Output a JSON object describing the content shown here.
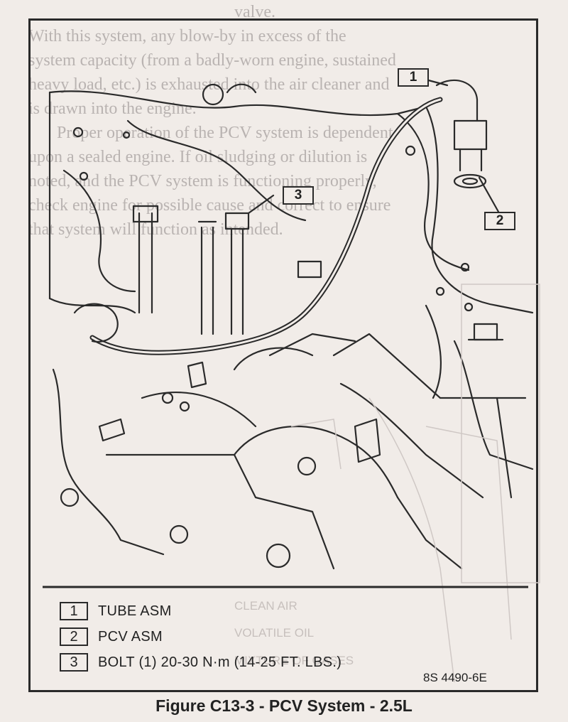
{
  "background_text": [
    "valve.",
    "With this system, any blow-by in excess of the",
    "system capacity (from a badly-worn engine, sustained",
    "heavy load, etc.) is exhausted into the air cleaner and",
    "is drawn into the engine.",
    "Proper operation of the PCV system is dependent",
    "upon a sealed engine. If oil sludging or dilution is",
    "noted, and the PCV system is functioning properly,",
    "check engine for possible cause and correct to ensure",
    "that system will function as intended."
  ],
  "bleed_through": [
    "CLEAN AIR",
    "VOLATILE OIL",
    "MIXTURE OF GASES"
  ],
  "callouts": [
    "1",
    "2",
    "3"
  ],
  "legend": [
    {
      "num": "1",
      "text": "TUBE ASM"
    },
    {
      "num": "2",
      "text": "PCV ASM"
    },
    {
      "num": "3",
      "text": "BOLT (1) 20-30 N·m (14-25 FT. LBS.)"
    }
  ],
  "figure_code": "8S 4490-6E",
  "caption": "Figure C13-3  -  PCV System - 2.5L"
}
